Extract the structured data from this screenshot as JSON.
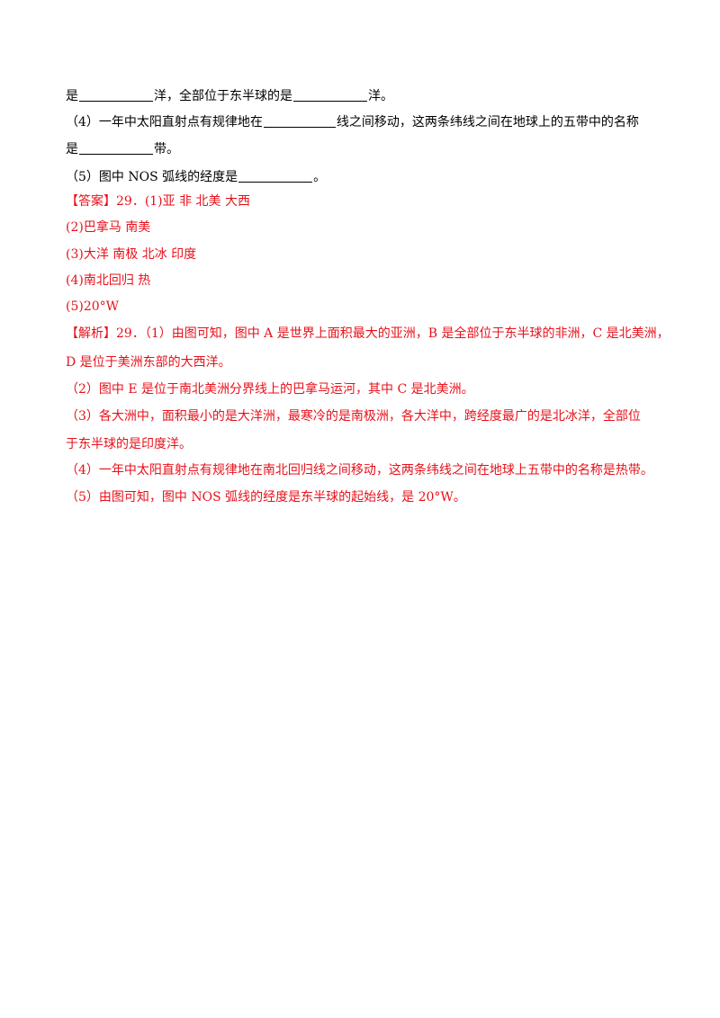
{
  "question": {
    "line1": {
      "a": "是",
      "b": "洋，全部位于东半球的是",
      "c": "洋。"
    },
    "q4": {
      "a": "（4）一年中太阳直射点有规律地在",
      "b": "线之间移动，这两条纬线之间在地球上的五带中的名称"
    },
    "q4b": {
      "a": "是",
      "b": "带。"
    },
    "q5": {
      "a": "（5）图中 NOS 弧线的经度是",
      "b": "。"
    }
  },
  "answer": {
    "header": "【答案】29．(1)亚  非  北美  大西",
    "lines": [
      "(2)巴拿马  南美",
      "(3)大洋  南极  北冰  印度",
      "(4)南北回归  热",
      "(5)20°W"
    ]
  },
  "analysis": {
    "lines": [
      "【解析】29．（1）由图可知，图中 A 是世界上面积最大的亚洲，B 是全部位于东半球的非洲，C 是北美洲，",
      "D 是位于美洲东部的大西洋。",
      "（2）图中 E 是位于南北美洲分界线上的巴拿马运河，其中 C 是北美洲。",
      "（3）各大洲中，面积最小的是大洋洲，最寒冷的是南极洲，各大洋中，跨经度最广的是北冰洋，全部位",
      "于东半球的是印度洋。",
      "（4）一年中太阳直射点有规律地在南北回归线之间移动，这两条纬线之间在地球上五带中的名称是热带。",
      "（5）由图可知，图中 NOS 弧线的经度是东半球的起始线，是 20°W。"
    ]
  },
  "colors": {
    "text": "#000000",
    "answer": "#e8101a"
  }
}
